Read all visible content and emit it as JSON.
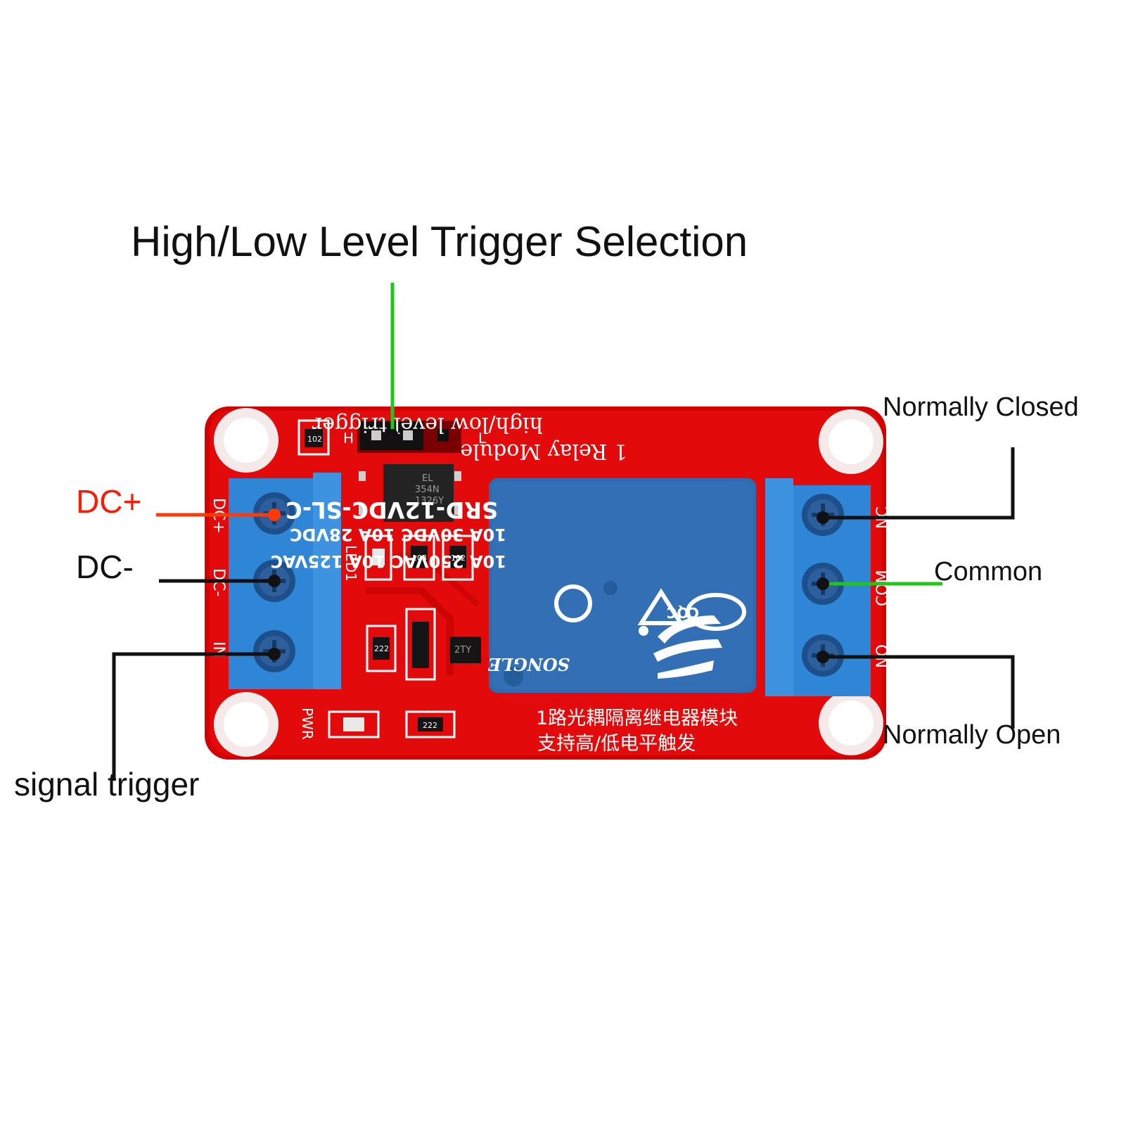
{
  "title": "High/Low Level Trigger Selection",
  "callouts": {
    "dc_plus": "DC+",
    "dc_minus": "DC-",
    "signal": "signal trigger",
    "normally_closed": "Normally Closed",
    "common": "Common",
    "normally_open": "Normally Open"
  },
  "colors": {
    "dc_plus": "#ff2a00",
    "green_leader": "#22c51e",
    "black_leader": "#111111",
    "pcb": "#d90000",
    "terminal": "#2f87d6",
    "relay": "#2f6fb8"
  },
  "board": {
    "silk_top_1": "high/low level trigger",
    "silk_top_2": "1 Relay   Module",
    "jumper_h": "H",
    "jumper_l": "L",
    "res_1": "102",
    "res_2": "103",
    "res_3": "102",
    "res_4": "222",
    "res_5": "222",
    "led1": "LED1",
    "pwr": "PWR",
    "pin_dcplus": "DC+",
    "pin_dcminus": "DC-",
    "pin_in": "IN",
    "pin_nc": "NC",
    "pin_com": "COM",
    "pin_no": "NO",
    "opto_1": "EL",
    "opto_2": "354N",
    "opto_3": "1326Y",
    "transistor": "2TY",
    "relay_model": "SRD-12VDC-SL-C",
    "relay_rating_1": "10A  30VDC  10A  28VDC",
    "relay_rating_2": "10A 250VAC  10A 125VAC",
    "relay_brand": "SONGLE",
    "relay_cqc": "CQC",
    "cn_line_1": "1路光耦隔离继电器模块",
    "cn_line_2": "支持高/低电平触发"
  }
}
